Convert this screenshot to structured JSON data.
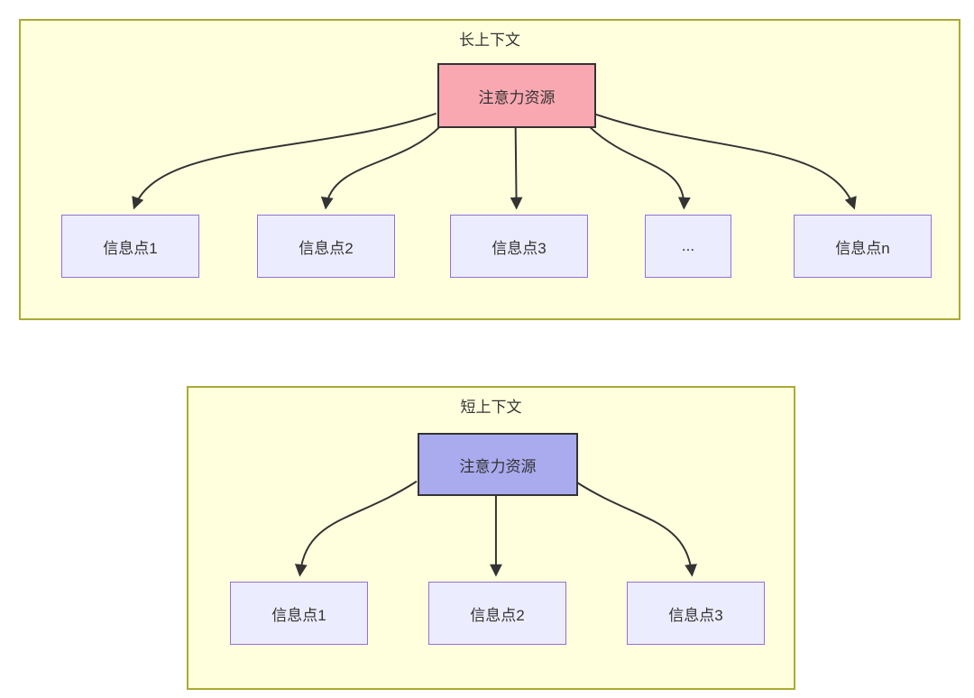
{
  "diagram": {
    "type": "flowchart-attention-comparison",
    "panels": [
      {
        "id": "long-context",
        "title": "长上下文",
        "root": {
          "label": "注意力资源",
          "fill": "#f9a8b2",
          "border": "#333333"
        },
        "children": [
          {
            "label": "信息点1"
          },
          {
            "label": "信息点2"
          },
          {
            "label": "信息点3"
          },
          {
            "label": "..."
          },
          {
            "label": "信息点n"
          }
        ]
      },
      {
        "id": "short-context",
        "title": "短上下文",
        "root": {
          "label": "注意力资源",
          "fill": "#aaaaee",
          "border": "#333333"
        },
        "children": [
          {
            "label": "信息点1"
          },
          {
            "label": "信息点2"
          },
          {
            "label": "信息点3"
          }
        ]
      }
    ],
    "colors": {
      "page_background": "#ffffff",
      "panel_fill": "#ffffde",
      "panel_border": "#aaaa33",
      "child_node_fill": "#ececff",
      "child_node_border": "#9370db",
      "arrow": "#333333",
      "text": "#333333"
    }
  }
}
